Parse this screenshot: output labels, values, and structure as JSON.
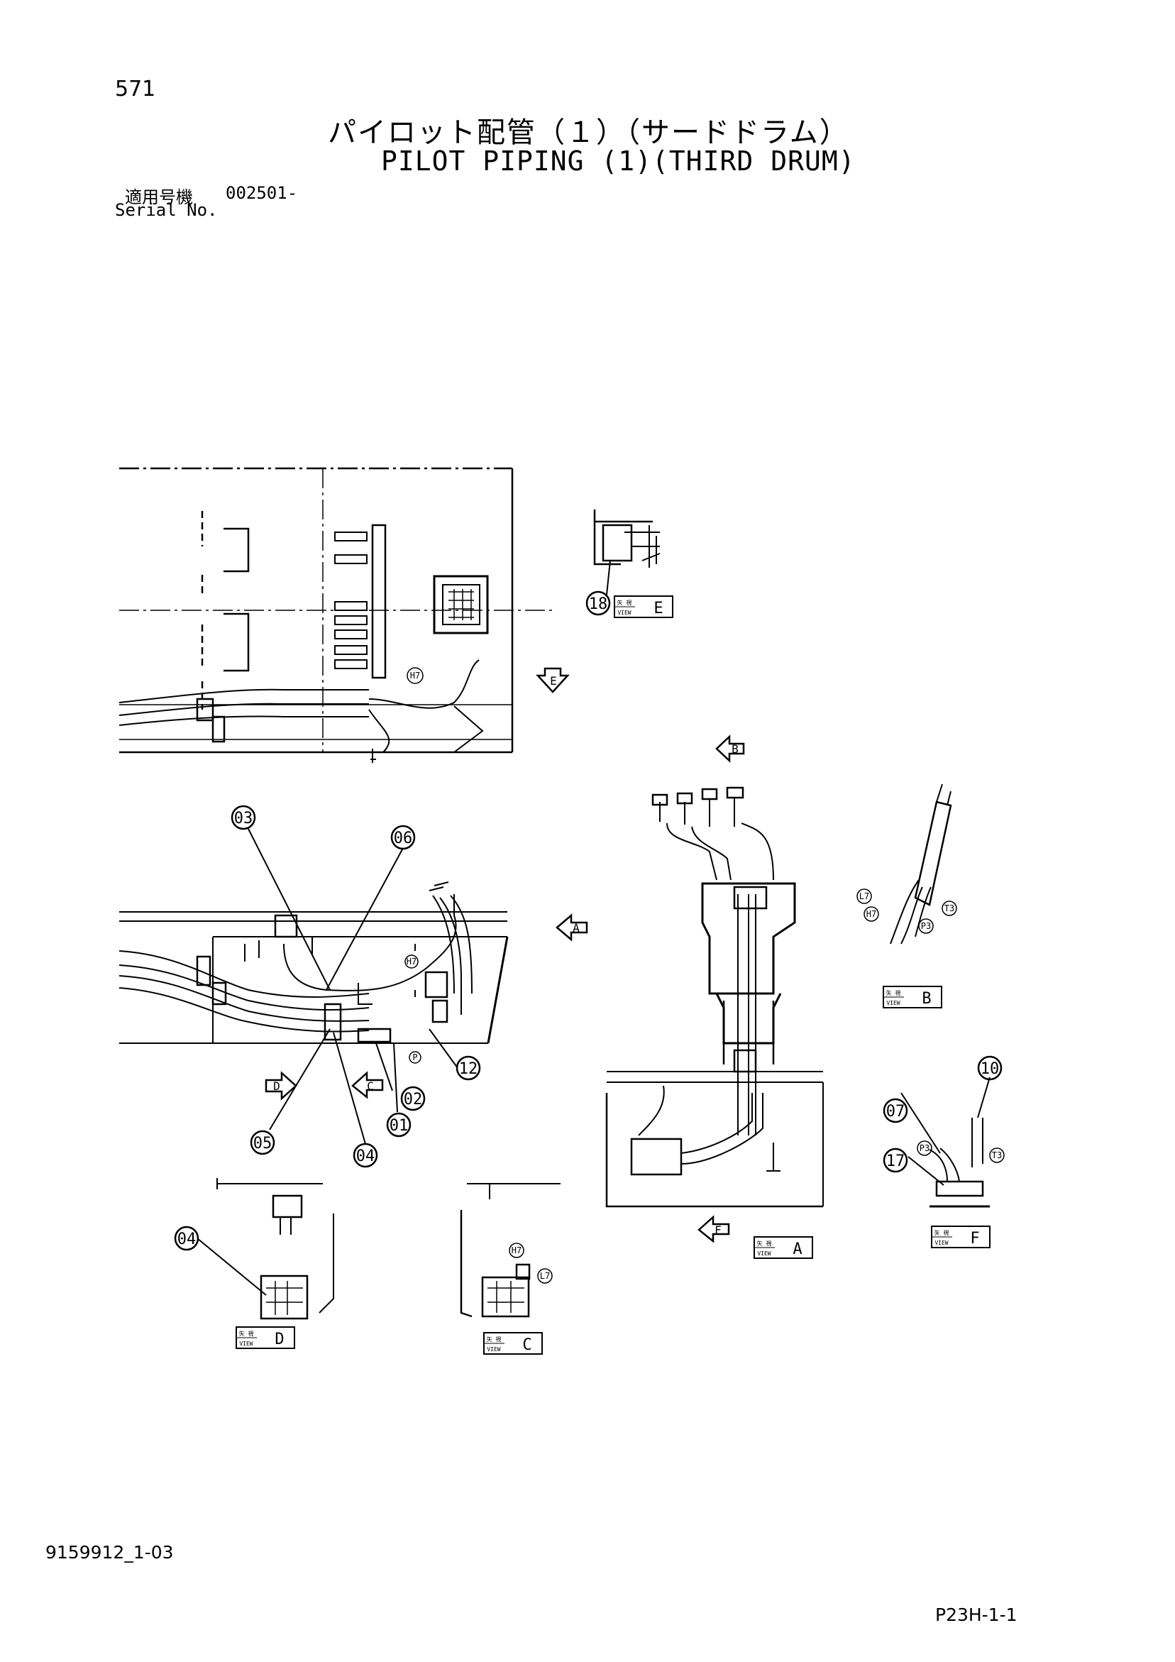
{
  "header": {
    "page_number": "571",
    "title_jp": "パイロット配管（１）（サードドラム）",
    "title_en": "PILOT PIPING (1)(THIRD DRUM)",
    "serial_label_jp": "適用号機",
    "serial_value": "002501-",
    "serial_label_en": "Serial No."
  },
  "footer": {
    "doc_number": "9159912_1-03",
    "page_code": "P23H-1-1"
  },
  "views": {
    "view_label": "VIEW",
    "view_label_jp": "矢 視",
    "e": "E",
    "b": "B",
    "a": "A",
    "f": "F",
    "d": "D",
    "c": "C"
  },
  "arrows": {
    "e": "E",
    "b": "B",
    "a": "A",
    "d": "D",
    "c": "C",
    "f": "F"
  },
  "callouts": {
    "c01": "01",
    "c02": "02",
    "c03": "03",
    "c04": "04",
    "c04b": "04",
    "c05": "05",
    "c06": "06",
    "c07": "07",
    "c10": "10",
    "c12": "12",
    "c17": "17",
    "c18": "18"
  },
  "ports": {
    "h7": "H7",
    "h7b": "H7",
    "h7c": "H7",
    "h7d": "H7",
    "l7": "L7",
    "l7b": "L7",
    "p3": "P3",
    "p3b": "P3",
    "t3": "T3",
    "t3b": "T3",
    "p": "P"
  }
}
